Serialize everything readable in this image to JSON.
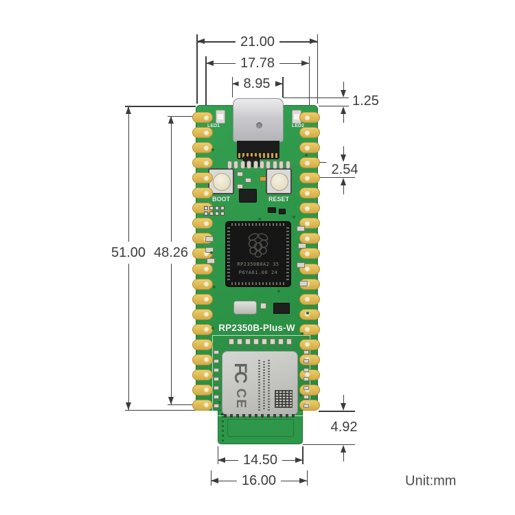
{
  "dims": {
    "board_width": "21.00",
    "pin_span_width": "17.78",
    "usb_width": "8.95",
    "usb_overhang": "1.25",
    "pin_pitch": "2.54",
    "board_height": "51.00",
    "pin_span_height": "48.26",
    "antenna_overhang": "4.92",
    "antenna_width": "14.50",
    "bottom_section_width": "16.00"
  },
  "unit_note": "Unit:mm",
  "board": {
    "silkscreen_title": "RP2350B-Plus-W",
    "led1_label": "LED1",
    "led2_label": "LED2",
    "boot_label": "BOOT",
    "reset_label": "RESET",
    "chip_marking_line1": "RP2350B0A2 35",
    "chip_marking_line2": "P6YA61.00 24",
    "module_fcc_mark": "FC",
    "module_ce_mark": "CE"
  },
  "colors": {
    "pcb_green": "#2d9447",
    "pad_gold": "#d9b64e",
    "dimension_gray": "#3c3c3c",
    "shield_silver": "#c6c6c3",
    "antenna_green": "#2e9749"
  }
}
